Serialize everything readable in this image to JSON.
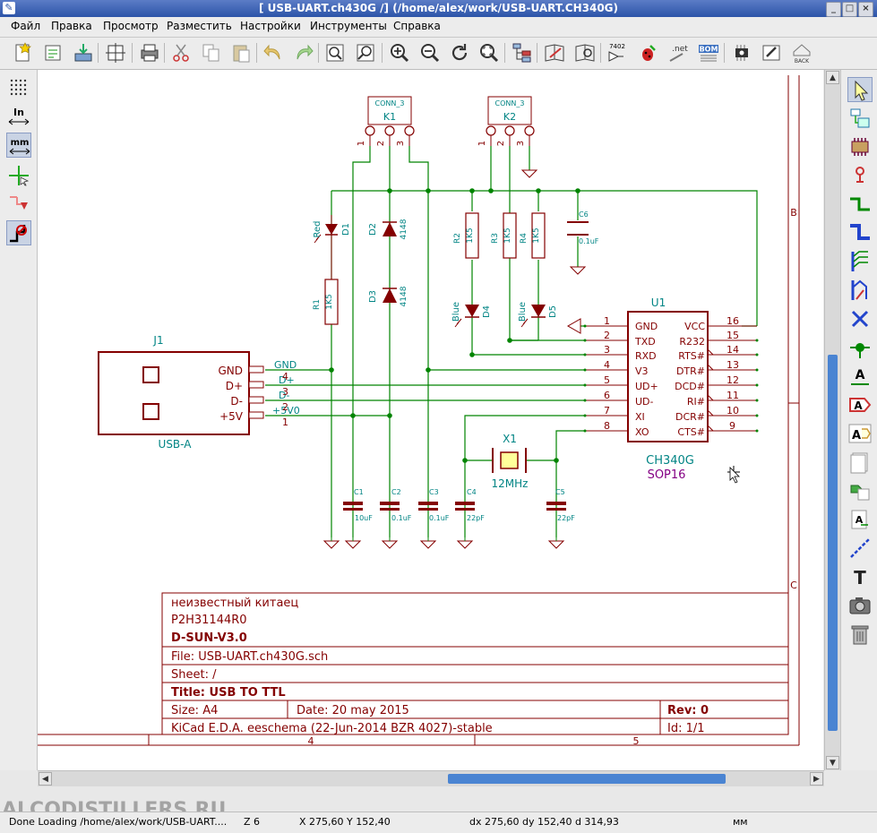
{
  "window": {
    "title": "[ USB-UART.ch430G /] (/home/alex/work/USB-UART.CH340G)",
    "buttons": {
      "minimize": "_",
      "maximize": "□",
      "close": "×"
    }
  },
  "menu": [
    "Файл",
    "Правка",
    "Просмотр",
    "Разместить",
    "Настройки",
    "Инструменты",
    "Справка"
  ],
  "toolbar": {
    "netlist_label": ".net",
    "bom_label": "BOM",
    "erc_label": "7402",
    "back_label": "BACK"
  },
  "left_toolbar": {
    "units_in": "In",
    "units_mm": "mm"
  },
  "colors": {
    "wire": "#008400",
    "component": "#840000",
    "ref": "#008484",
    "value_purple": "#840084",
    "accent": "#4a84d2"
  },
  "schematic": {
    "k1": {
      "name": "CONN_3",
      "ref": "K1",
      "pins": [
        "1",
        "2",
        "3"
      ]
    },
    "k2": {
      "name": "CONN_3",
      "ref": "K2",
      "pins": [
        "1",
        "2",
        "3"
      ]
    },
    "d1": {
      "ref": "D1",
      "value": "Red"
    },
    "d2": {
      "ref": "D2",
      "value": "4148"
    },
    "d3": {
      "ref": "D3",
      "value": "4148"
    },
    "d4": {
      "ref": "D4",
      "value": "Blue"
    },
    "d5": {
      "ref": "D5",
      "value": "Blue"
    },
    "r1": {
      "ref": "R1",
      "value": "1K5"
    },
    "r2": {
      "ref": "R2",
      "value": "1K5"
    },
    "r3": {
      "ref": "R3",
      "value": "1K5"
    },
    "r4": {
      "ref": "R4",
      "value": "1K5"
    },
    "c6": {
      "ref": "C6",
      "value": "0.1uF"
    },
    "j1": {
      "ref": "J1",
      "value": "USB-A",
      "pin_names": [
        "GND",
        "D+",
        "D-",
        "+5V"
      ],
      "net_labels": [
        "GND",
        "D+",
        "D-",
        "+5V0"
      ],
      "pin_numbers": [
        "4",
        "3",
        "2",
        "1"
      ]
    },
    "u1": {
      "ref": "U1",
      "value": "CH340G",
      "package": "SOP16",
      "left_pins": [
        {
          "num": "1",
          "name": "GND"
        },
        {
          "num": "2",
          "name": "TXD"
        },
        {
          "num": "3",
          "name": "RXD"
        },
        {
          "num": "4",
          "name": "V3"
        },
        {
          "num": "5",
          "name": "UD+"
        },
        {
          "num": "6",
          "name": "UD-"
        },
        {
          "num": "7",
          "name": "XI"
        },
        {
          "num": "8",
          "name": "XO"
        }
      ],
      "right_pins": [
        {
          "num": "16",
          "name": "VCC"
        },
        {
          "num": "15",
          "name": "R232"
        },
        {
          "num": "14",
          "name": "RTS#"
        },
        {
          "num": "13",
          "name": "DTR#"
        },
        {
          "num": "12",
          "name": "DCD#"
        },
        {
          "num": "11",
          "name": "RI#"
        },
        {
          "num": "10",
          "name": "DCR#"
        },
        {
          "num": "9",
          "name": "CTS#"
        }
      ]
    },
    "x1": {
      "ref": "X1",
      "value": "12MHz"
    },
    "caps_bottom": [
      {
        "ref": "C1",
        "value": "10uF"
      },
      {
        "ref": "C2",
        "value": "0.1uF"
      },
      {
        "ref": "C3",
        "value": "0.1uF"
      },
      {
        "ref": "C4",
        "value": "22pF"
      },
      {
        "ref": "C5",
        "value": "22pF"
      }
    ]
  },
  "frame": {
    "zone_b": "B",
    "zone_c": "C",
    "zone_4": "4",
    "zone_5": "5"
  },
  "title_block": {
    "company": "неизвестный китаец",
    "comment1": "P2H31144R0",
    "comment2": "D-SUN-V3.0",
    "file": "File: USB-UART.ch430G.sch",
    "sheet": "Sheet: /",
    "title": "Title: USB TO TTL",
    "size": "Size: A4",
    "date": "Date: 20 may 2015",
    "rev": "Rev: 0",
    "tool": "KiCad E.D.A.  eeschema (22-Jun-2014 BZR 4027)-stable",
    "id": "Id: 1/1"
  },
  "status": {
    "message": "Done Loading /home/alex/work/USB-UART....",
    "zoom": "Z 6",
    "coords": "X 275,60  Y 152,40",
    "delta": "dx 275,60  dy 152,40  d 314,93",
    "units": "мм"
  },
  "watermark": "ALCODISTILLERS.RU"
}
